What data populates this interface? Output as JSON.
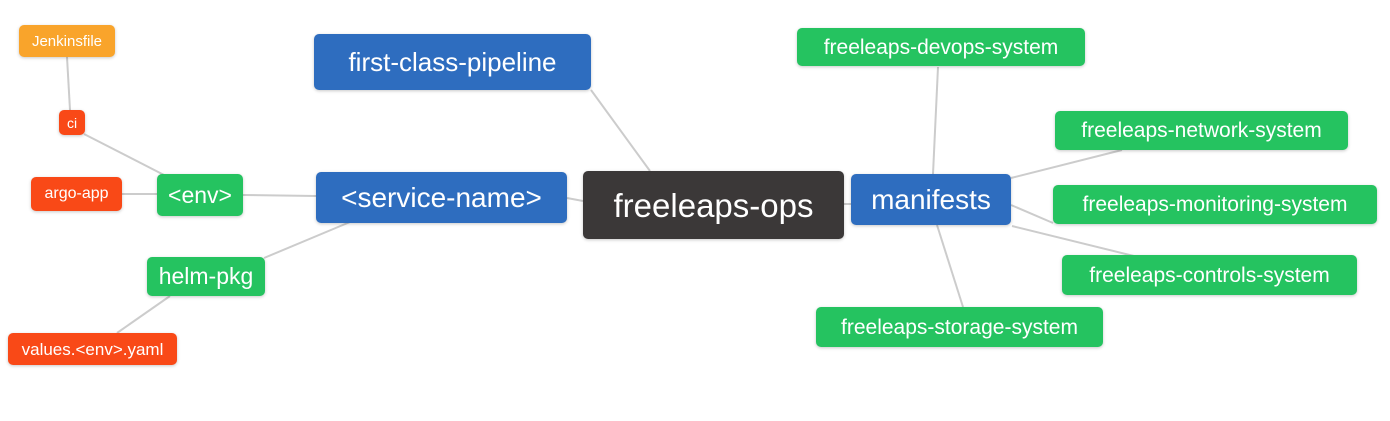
{
  "diagram": {
    "type": "mindmap",
    "background_color": "#ffffff",
    "edge_color": "#cccccc",
    "text_color": "#ffffff",
    "colors": {
      "blue": "#2E6DBF",
      "green": "#25C360",
      "red": "#F94917",
      "orange": "#F9A42B",
      "dark": "#3B3838"
    },
    "root": "freeleaps-ops",
    "nodes": [
      {
        "id": "jenkinsfile",
        "label": "Jenkinsfile",
        "color_role": "orange"
      },
      {
        "id": "ci",
        "label": "ci",
        "color_role": "red"
      },
      {
        "id": "argo-app",
        "label": "argo-app",
        "color_role": "red"
      },
      {
        "id": "env",
        "label": "<env>",
        "color_role": "green"
      },
      {
        "id": "helm-pkg",
        "label": "helm-pkg",
        "color_role": "green"
      },
      {
        "id": "values-env-yaml",
        "label": "values.<env>.yaml",
        "color_role": "red"
      },
      {
        "id": "first-class-pipeline",
        "label": "first-class-pipeline",
        "color_role": "blue"
      },
      {
        "id": "service-name",
        "label": "<service-name>",
        "color_role": "blue"
      },
      {
        "id": "freeleaps-ops",
        "label": "freeleaps-ops",
        "color_role": "dark"
      },
      {
        "id": "manifests",
        "label": "manifests",
        "color_role": "blue"
      },
      {
        "id": "freeleaps-devops-system",
        "label": "freeleaps-devops-system",
        "color_role": "green"
      },
      {
        "id": "freeleaps-network-system",
        "label": "freeleaps-network-system",
        "color_role": "green"
      },
      {
        "id": "freeleaps-monitoring-system",
        "label": "freeleaps-monitoring-system",
        "color_role": "green"
      },
      {
        "id": "freeleaps-controls-system",
        "label": "freeleaps-controls-system",
        "color_role": "green"
      },
      {
        "id": "freeleaps-storage-system",
        "label": "freeleaps-storage-system",
        "color_role": "green"
      }
    ],
    "edges": [
      {
        "from": "jenkinsfile",
        "to": "ci"
      },
      {
        "from": "ci",
        "to": "env"
      },
      {
        "from": "argo-app",
        "to": "env"
      },
      {
        "from": "env",
        "to": "service-name"
      },
      {
        "from": "service-name",
        "to": "helm-pkg"
      },
      {
        "from": "helm-pkg",
        "to": "values-env-yaml"
      },
      {
        "from": "first-class-pipeline",
        "to": "freeleaps-ops"
      },
      {
        "from": "service-name",
        "to": "freeleaps-ops"
      },
      {
        "from": "freeleaps-ops",
        "to": "manifests"
      },
      {
        "from": "manifests",
        "to": "freeleaps-devops-system"
      },
      {
        "from": "manifests",
        "to": "freeleaps-network-system"
      },
      {
        "from": "manifests",
        "to": "freeleaps-monitoring-system"
      },
      {
        "from": "manifests",
        "to": "freeleaps-controls-system"
      },
      {
        "from": "manifests",
        "to": "freeleaps-storage-system"
      }
    ]
  }
}
